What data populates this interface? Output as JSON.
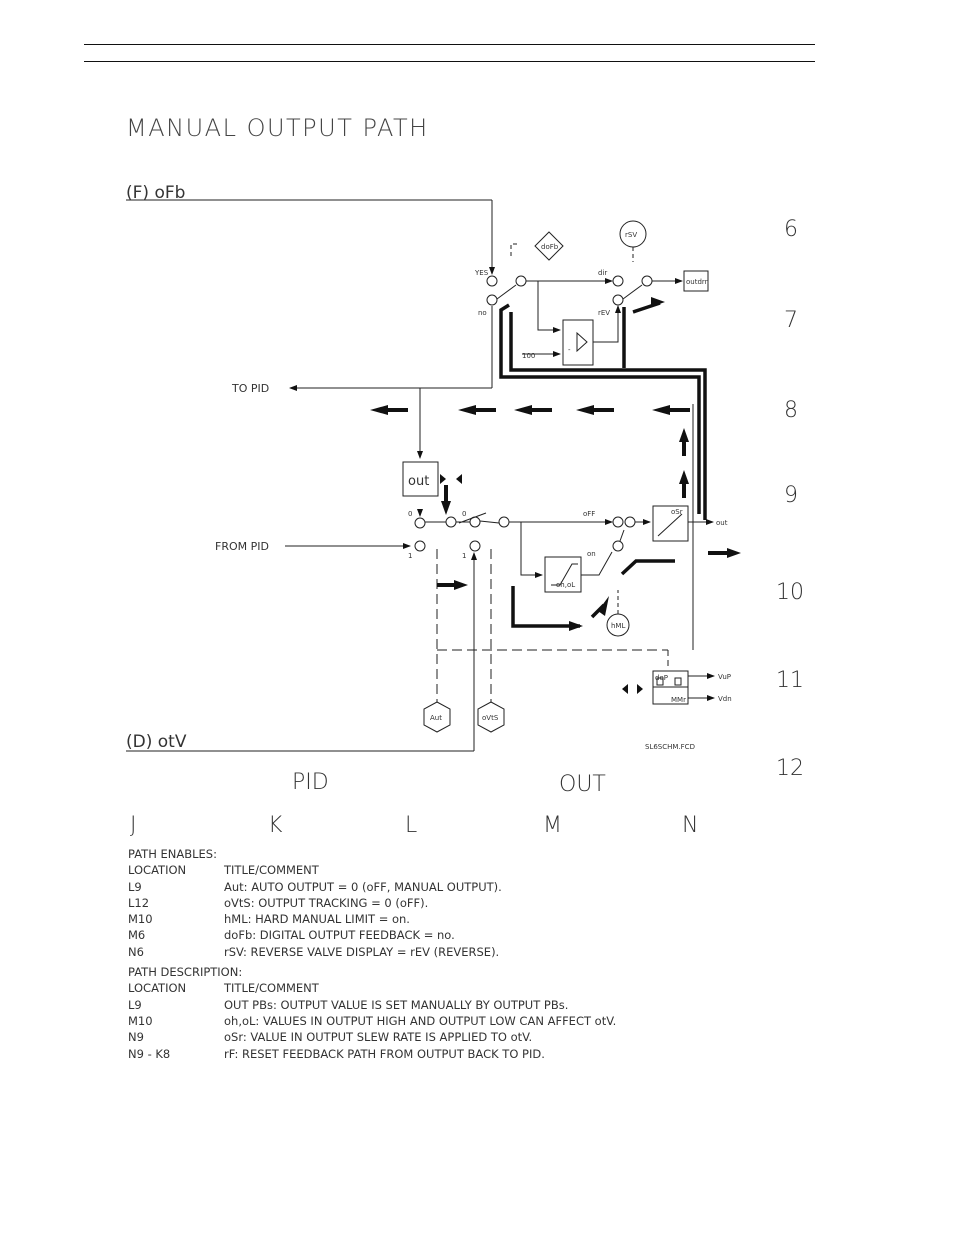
{
  "title": "MANUAL OUTPUT PATH",
  "diagram": {
    "ofb_label": "(F) oFb",
    "otv_label": "(D) otV",
    "to_pid": "TO PID",
    "from_pid": "FROM PID",
    "dofb": "doFb",
    "rsv": "rSV",
    "yes": "YES",
    "no": "no",
    "dir": "dir",
    "rev": "rEV",
    "outdrn": "outdrn",
    "hundred": "100",
    "minus": "-",
    "out_block": "out",
    "zero_a": "0",
    "zero_b": "0",
    "one_a": "1",
    "one_b": "1",
    "off": "oFF",
    "on": "on",
    "osr": "oSr",
    "out_label": "out",
    "ohol": "oh,oL",
    "hml": "hML",
    "dop": "doP",
    "mmr": "MMr",
    "vup": "VuP",
    "vdn": "Vdn",
    "aut": "Aut",
    "ovts": "oVtS",
    "file_id": "SL6SCHM.FCD",
    "rows": [
      "6",
      "7",
      "8",
      "9",
      "10",
      "11",
      "12"
    ],
    "pid_label": "PID",
    "out_section": "OUT",
    "cols": [
      "J",
      "K",
      "L",
      "M",
      "N"
    ]
  },
  "path_enables": {
    "heading": "PATH ENABLES:",
    "col_location": "LOCATION",
    "col_title": "TITLE/COMMENT",
    "rows": [
      {
        "loc": "L9",
        "text": "Aut: AUTO OUTPUT = 0 (oFF, MANUAL OUTPUT)."
      },
      {
        "loc": "L12",
        "text": "oVtS: OUTPUT TRACKING = 0 (oFF)."
      },
      {
        "loc": "M10",
        "text": "hML: HARD MANUAL LIMIT = on."
      },
      {
        "loc": "M6",
        "text": "doFb: DIGITAL OUTPUT FEEDBACK = no."
      },
      {
        "loc": "N6",
        "text": "rSV: REVERSE VALVE DISPLAY = rEV (REVERSE)."
      }
    ]
  },
  "path_description": {
    "heading": "PATH DESCRIPTION:",
    "col_location": "LOCATION",
    "col_title": "TITLE/COMMENT",
    "rows": [
      {
        "loc": "L9",
        "text": "OUT PBs: OUTPUT VALUE IS SET MANUALLY BY OUTPUT PBs."
      },
      {
        "loc": "M10",
        "text": "oh,oL: VALUES IN OUTPUT HIGH AND OUTPUT LOW CAN AFFECT otV."
      },
      {
        "loc": "N9",
        "text": "oSr: VALUE IN OUTPUT SLEW RATE IS APPLIED TO otV."
      },
      {
        "loc": "N9 - K8",
        "text": "rF: RESET FEEDBACK PATH FROM OUTPUT BACK TO PID."
      }
    ]
  }
}
